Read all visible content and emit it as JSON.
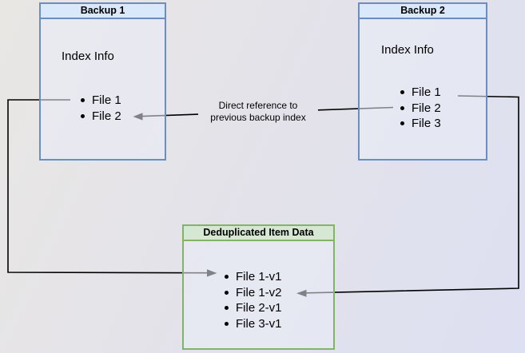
{
  "diagram": {
    "backup1": {
      "title": "Backup 1",
      "body_label": "Index Info",
      "items": [
        "File 1",
        "File 2"
      ]
    },
    "backup2": {
      "title": "Backup 2",
      "body_label": "Index Info",
      "items": [
        "File 1",
        "File 2",
        "File 3"
      ]
    },
    "dedup": {
      "title": "Deduplicated Item Data",
      "items": [
        "File 1-v1",
        "File 1-v2",
        "File 2-v1",
        "File 3-v1"
      ]
    },
    "annotation": {
      "line1": "Direct reference to",
      "line2": "previous backup index"
    },
    "colors": {
      "blue_border": "#6c8ebf",
      "blue_header_fill": "#dae8fc",
      "green_border": "#82b366",
      "green_header_fill": "#d5e8d4",
      "arrow": "#000000",
      "canvas_bg_from": "#e9e7e4",
      "canvas_bg_to": "#dde0f2"
    }
  }
}
